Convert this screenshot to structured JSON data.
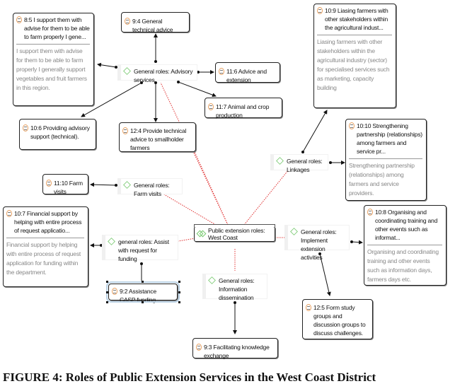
{
  "diagram": {
    "root": {
      "id": "west-coast",
      "label": "Public extension roles: West Coast"
    },
    "codes": [
      {
        "id": "advisory",
        "label": "General roles: Advisory services"
      },
      {
        "id": "farm-visits",
        "label": "General roles: Farm visits"
      },
      {
        "id": "linkages",
        "label": "General roles: Linkages"
      },
      {
        "id": "assist-funding",
        "label": "general roles: Assist with request for funding"
      },
      {
        "id": "implement",
        "label": "General roles: Implement extension activities"
      },
      {
        "id": "info-dissem",
        "label": "General roles: Information dissemination"
      }
    ],
    "quotes": [
      {
        "id": "q85",
        "title": "8:5 I support them with advise for them to be able to farm properly I gene...",
        "body": "I support them with advise for them to be able to farm properly I generally support vegetables and fruit farmers in this region."
      },
      {
        "id": "q94",
        "title": "9:4 General technical advice"
      },
      {
        "id": "q116",
        "title": "11:6 Advice and extension"
      },
      {
        "id": "q117",
        "title": "11:7 Animal and crop production"
      },
      {
        "id": "q106",
        "title": "10:6 Providing advisory support (technical)."
      },
      {
        "id": "q124",
        "title": "12:4 Provide technical advice to smallholder farmers"
      },
      {
        "id": "q109",
        "title": "10:9 Liasing farmers with other stakeholders within the agricultural indust...",
        "body": "Liasing farmers with other stakeholders within the agricultural industry (sector) for specialised services such as marketing, capacity building"
      },
      {
        "id": "q1010",
        "title": "10:10 Strengthening partnership (relationships) among farmers and service pr...",
        "body": "Strengthening partnership (relationships) among farmers and service providers."
      },
      {
        "id": "q1110",
        "title": "11:10 Farm visits"
      },
      {
        "id": "q107",
        "title": "10:7 Financial support by helping with entire process of request applicatio...",
        "body": "Financial support by helping with entire process of request application for funding within the department."
      },
      {
        "id": "q92",
        "title": "9:2 Assistance CASP funding",
        "selected": true
      },
      {
        "id": "q108",
        "title": "10:8 Organising and coordinating training and other events such as informat...",
        "body": "Organising and coordinating training and other events such as information days, farmers days etc."
      },
      {
        "id": "q125",
        "title": "12:5 Form study groups and discussion groups to discuss challenges."
      },
      {
        "id": "q93",
        "title": "9:3 Facilitating knowledge exchange"
      }
    ],
    "edges": [
      {
        "from": "advisory",
        "to": "q94",
        "style": "solid"
      },
      {
        "from": "advisory",
        "to": "q85",
        "style": "solid"
      },
      {
        "from": "advisory",
        "to": "q116",
        "style": "solid"
      },
      {
        "from": "advisory",
        "to": "q117",
        "style": "solid"
      },
      {
        "from": "advisory",
        "to": "q106",
        "style": "solid"
      },
      {
        "from": "advisory",
        "to": "q124",
        "style": "solid"
      },
      {
        "from": "linkages",
        "to": "q109",
        "style": "solid"
      },
      {
        "from": "linkages",
        "to": "q1010",
        "style": "solid"
      },
      {
        "from": "farm-visits",
        "to": "q1110",
        "style": "solid"
      },
      {
        "from": "assist-funding",
        "to": "q107",
        "style": "solid"
      },
      {
        "from": "assist-funding",
        "to": "q92",
        "style": "solid"
      },
      {
        "from": "implement",
        "to": "q108",
        "style": "solid"
      },
      {
        "from": "implement",
        "to": "q125",
        "style": "solid"
      },
      {
        "from": "info-dissem",
        "to": "q93",
        "style": "solid"
      },
      {
        "from": "west-coast",
        "to": "advisory",
        "style": "dotted-red"
      },
      {
        "from": "west-coast",
        "to": "q124",
        "style": "dotted-red"
      },
      {
        "from": "west-coast",
        "to": "farm-visits",
        "style": "dotted-red"
      },
      {
        "from": "west-coast",
        "to": "linkages",
        "style": "dotted-red"
      },
      {
        "from": "west-coast",
        "to": "assist-funding",
        "style": "dotted-red"
      },
      {
        "from": "west-coast",
        "to": "implement",
        "style": "dotted-red"
      },
      {
        "from": "west-coast",
        "to": "info-dissem",
        "style": "dotted-red"
      }
    ],
    "colors": {
      "code_icon": "#77c96f",
      "quote_icon": "#e8a060",
      "link_dotted": "#e03030",
      "link_solid": "#111111",
      "selection": "#bcd3e6"
    }
  },
  "caption": "FIGURE 4: Roles of Public Extension Services in the West Coast District"
}
